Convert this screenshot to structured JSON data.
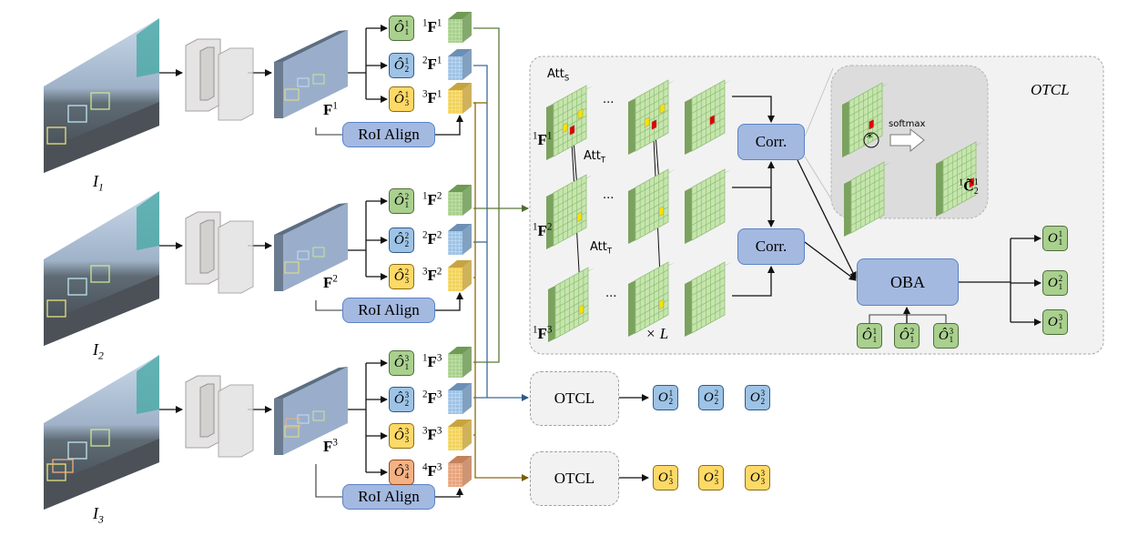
{
  "frames": [
    {
      "image_label": "I",
      "image_index": "1",
      "feature_label": "F",
      "feature_index": "1",
      "roi_label": "RoI Align"
    },
    {
      "image_label": "I",
      "image_index": "2",
      "feature_label": "F",
      "feature_index": "2",
      "roi_label": "RoI Align"
    },
    {
      "image_label": "I",
      "image_index": "3",
      "feature_label": "F",
      "feature_index": "3",
      "roi_label": "RoI Align"
    }
  ],
  "detections": [
    [
      {
        "sym": "Ô",
        "sup": "1",
        "sub": "1",
        "color": "green",
        "feat_pre": "1",
        "feat": "F",
        "feat_sup": "1"
      },
      {
        "sym": "Ô",
        "sup": "1",
        "sub": "2",
        "color": "blue",
        "feat_pre": "2",
        "feat": "F",
        "feat_sup": "1"
      },
      {
        "sym": "Ô",
        "sup": "1",
        "sub": "3",
        "color": "yellow",
        "feat_pre": "3",
        "feat": "F",
        "feat_sup": "1"
      }
    ],
    [
      {
        "sym": "Ô",
        "sup": "2",
        "sub": "1",
        "color": "green",
        "feat_pre": "1",
        "feat": "F",
        "feat_sup": "2"
      },
      {
        "sym": "Ô",
        "sup": "2",
        "sub": "2",
        "color": "blue",
        "feat_pre": "2",
        "feat": "F",
        "feat_sup": "2"
      },
      {
        "sym": "Ô",
        "sup": "2",
        "sub": "3",
        "color": "yellow",
        "feat_pre": "3",
        "feat": "F",
        "feat_sup": "2"
      }
    ],
    [
      {
        "sym": "Ô",
        "sup": "3",
        "sub": "1",
        "color": "green",
        "feat_pre": "1",
        "feat": "F",
        "feat_sup": "3"
      },
      {
        "sym": "Ô",
        "sup": "3",
        "sub": "2",
        "color": "blue",
        "feat_pre": "2",
        "feat": "F",
        "feat_sup": "3"
      },
      {
        "sym": "Ô",
        "sup": "3",
        "sub": "3",
        "color": "yellow",
        "feat_pre": "3",
        "feat": "F",
        "feat_sup": "3"
      },
      {
        "sym": "Ô",
        "sup": "3",
        "sub": "4",
        "color": "orange",
        "feat_pre": "4",
        "feat": "F",
        "feat_sup": "3"
      }
    ]
  ],
  "otcl_panel": {
    "title": "OTCL",
    "att_s": "Att",
    "att_s_sub": "S",
    "att_t": "Att",
    "att_t_sub": "T",
    "ellipsis": "...",
    "times_l": "× L",
    "row_labels": [
      {
        "pre": "1",
        "main": "F",
        "sup": "1"
      },
      {
        "pre": "1",
        "main": "F",
        "sup": "2"
      },
      {
        "pre": "1",
        "main": "F",
        "sup": "3"
      }
    ],
    "corr_label": "Corr.",
    "oba_label": "OBA",
    "inset": {
      "op": "*",
      "arrow_label": "softmax",
      "result_pre": "1",
      "result": "C̃",
      "result_sup": "1",
      "result_sub": "2"
    },
    "oba_inputs": [
      {
        "sym": "Ô",
        "sup": "1",
        "sub": "1"
      },
      {
        "sym": "Ô",
        "sup": "2",
        "sub": "1"
      },
      {
        "sym": "Ô",
        "sup": "3",
        "sub": "1"
      }
    ],
    "outputs": [
      {
        "sym": "O",
        "sup": "1",
        "sub": "1"
      },
      {
        "sym": "O",
        "sup": "2",
        "sub": "1"
      },
      {
        "sym": "O",
        "sup": "3",
        "sub": "1"
      }
    ]
  },
  "otcl_modules": [
    {
      "label": "OTCL",
      "color": "blue",
      "outputs": [
        {
          "sym": "O",
          "sup": "1",
          "sub": "2"
        },
        {
          "sym": "O",
          "sup": "2",
          "sub": "2"
        },
        {
          "sym": "O",
          "sup": "3",
          "sub": "2"
        }
      ]
    },
    {
      "label": "OTCL",
      "color": "yellow",
      "outputs": [
        {
          "sym": "O",
          "sup": "1",
          "sub": "3"
        },
        {
          "sym": "O",
          "sup": "2",
          "sub": "3"
        },
        {
          "sym": "O",
          "sup": "3",
          "sub": "3"
        }
      ]
    }
  ],
  "colors": {
    "green": "#a9d08e",
    "blue": "#9dc3e6",
    "yellow": "#ffd966",
    "orange": "#f4b183",
    "line_green": "#5a7a3a",
    "line_blue": "#3b6a97",
    "line_yellow": "#8a6a10",
    "module_blue": "#a4b9e0",
    "feature_map": "#9aaecb",
    "feature_edge": "#5d6e82"
  }
}
